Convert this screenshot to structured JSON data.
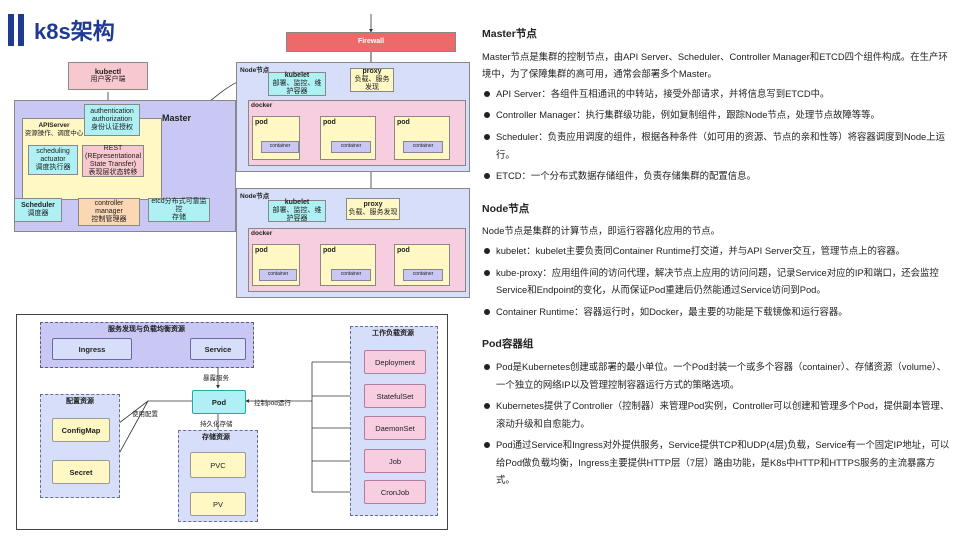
{
  "header": {
    "title": "k8s架构"
  },
  "master_diagram": {
    "kubectl": {
      "name": "kubectl",
      "sub": "用户客户端"
    },
    "master_label": "Master",
    "apiserver": {
      "name": "APIServer",
      "sub": "资源操作、调度中心"
    },
    "auth": {
      "line1": "authentication",
      "line2": "authorization",
      "sub": "身份认证授权"
    },
    "sched_actuator": {
      "line1": "scheduling",
      "line2": "actuator",
      "sub": "调度执行器"
    },
    "rest": {
      "line1": "REST",
      "line2": "(REpresentational",
      "line3": "State Transfer)",
      "sub": "表现层状态转移"
    },
    "scheduler": {
      "name": "Scheduler",
      "sub": "调度器"
    },
    "controller_manager": {
      "line1": "controller",
      "line2": "manager",
      "sub": "控制管理器"
    },
    "etcd": {
      "line1": "etcd分布式可靠监控",
      "line2": "存储"
    },
    "firewall": "Firewall"
  },
  "node_diagram": {
    "nodes": [
      {
        "label": "Node节点",
        "kubelet": {
          "name": "kubelet",
          "sub": "部署、监控、维护容器"
        },
        "proxy": {
          "name": "proxy",
          "sub": "负载、服务发现"
        },
        "docker": "docker",
        "pods": [
          "pod",
          "pod",
          "pod"
        ],
        "containers": [
          "container",
          "container",
          "container"
        ]
      },
      {
        "label": "Node节点",
        "kubelet": {
          "name": "kubelet",
          "sub": "部署、监控、维护容器"
        },
        "proxy": {
          "name": "proxy",
          "sub": "负载、服务发现"
        },
        "docker": "docker",
        "pods": [
          "pod",
          "pod",
          "pod"
        ],
        "containers": [
          "container",
          "container",
          "container"
        ]
      }
    ]
  },
  "resource_diagram": {
    "svc_group_label": "服务发现与负载均衡资源",
    "ingress": "Ingress",
    "service": "Service",
    "expose": "暴露服务",
    "pod": "Pod",
    "control_run": "控制pod运行",
    "use_config": "使用配置",
    "persist": "持久化存储",
    "config_group_label": "配置资源",
    "configmap": "ConfigMap",
    "secret": "Secret",
    "storage_group_label": "存储资源",
    "pvc": "PVC",
    "pv": "PV",
    "workload_group_label": "工作负载资源",
    "workloads": [
      "Deployment",
      "StatefulSet",
      "DaemonSet",
      "Job",
      "CronJob"
    ]
  },
  "master_section": {
    "title": "Master节点",
    "intro": "Master节点是集群的控制节点，由API Server、Scheduler、Controller Manager和ETCD四个组件构成。在生产环境中，为了保障集群的高可用，通常会部署多个Master。",
    "items": [
      "API Server：各组件互相通讯的中转站，接受外部请求，并将信息写到ETCD中。",
      "Controller Manager：执行集群级功能，例如复制组件，跟踪Node节点，处理节点故障等等。",
      "Scheduler：负责应用调度的组件，根据各种条件（如可用的资源、节点的亲和性等）将容器调度到Node上运行。",
      "ETCD：一个分布式数据存储组件，负责存储集群的配置信息。"
    ]
  },
  "node_section": {
    "title": "Node节点",
    "intro": "Node节点是集群的计算节点，即运行容器化应用的节点。",
    "items": [
      "kubelet：kubelet主要负责同Container Runtime打交道，并与API Server交互，管理节点上的容器。",
      "kube-proxy：应用组件间的访问代理，解决节点上应用的访问问题，记录Service对应的IP和端口，还会监控Service和Endpoint的变化，从而保证Pod重建后仍然能通过Service访问到Pod。",
      "Container Runtime：容器运行时，如Docker，最主要的功能是下载镜像和运行容器。"
    ]
  },
  "pod_section": {
    "title": "Pod容器组",
    "items": [
      "Pod是Kubernetes创建或部署的最小单位。一个Pod封装一个或多个容器（container）、存储资源（volume）、一个独立的网络IP以及管理控制容器运行方式的策略选项。",
      "Kubernetes提供了Controller（控制器）来管理Pod实例，Controller可以创建和管理多个Pod，提供副本管理、滚动升级和自愈能力。",
      "Pod通过Service和Ingress对外提供服务，Service提供TCP和UDP(4层)负载，Service有一个固定IP地址，可以给Pod做负载均衡，Ingress主要提供HTTP层（7层）路由功能，是K8s中HTTP和HTTPS服务的主流暴露方式。"
    ]
  },
  "colors": {
    "accent": "#1f3a93",
    "master_bg": "#c9c8f5",
    "node_bg": "#d7def9",
    "docker_bg": "#f7cde0",
    "pod_bg": "#fff7c4",
    "firewall": "#ec6a6a",
    "kubectl_bg": "#f8c8cf",
    "cyan": "#aef0f4"
  }
}
